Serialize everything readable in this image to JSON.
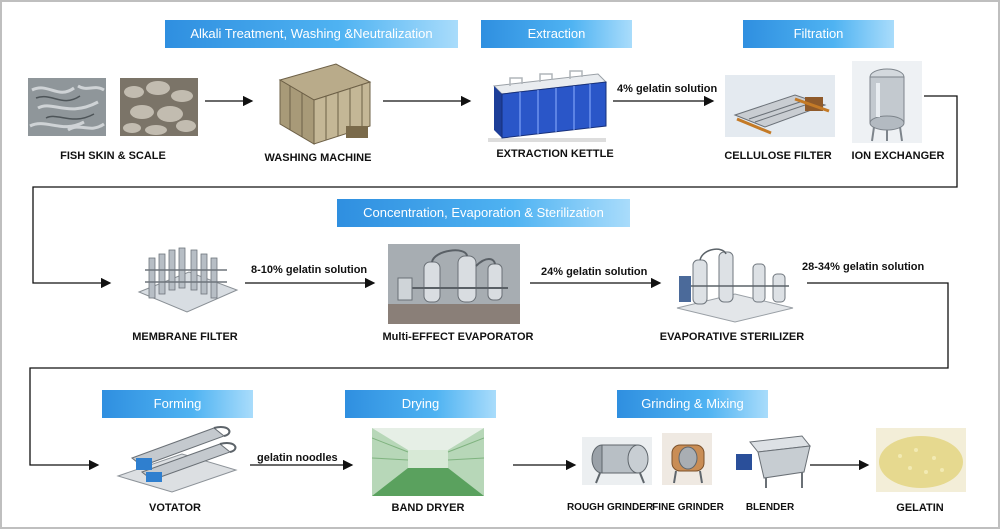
{
  "stages": {
    "alkali": "Alkali Treatment, Washing &Neutralization",
    "extraction": "Extraction",
    "filtration": "Filtration",
    "concentration": "Concentration, Evaporation & Sterilization",
    "forming": "Forming",
    "drying": "Drying",
    "grinding": "Grinding & Mixing"
  },
  "equipment": {
    "fish": "FISH SKIN & SCALE",
    "washing": "WASHING MACHINE",
    "kettle": "EXTRACTION KETTLE",
    "cellulose": "CELLULOSE FILTER",
    "ion": "ION EXCHANGER",
    "membrane": "MEMBRANE FILTER",
    "evaporator": "Multi-EFFECT EVAPORATOR",
    "sterilizer": "EVAPORATIVE STERILIZER",
    "votator": "VOTATOR",
    "banddryer": "BAND DRYER",
    "rough": "ROUGH GRINDER",
    "fine": "FINE GRINDER",
    "blender": "BLENDER",
    "gelatin": "GELATIN"
  },
  "flows": {
    "f4": "4% gelatin solution",
    "f8": "8-10% gelatin solution",
    "f24": "24% gelatin solution",
    "f28": "28-34% gelatin solution",
    "noodles": "gelatin noodles"
  },
  "colors": {
    "banner_start": "#2f8fe0",
    "banner_end": "#a9dcfb",
    "arrow": "#111111"
  }
}
